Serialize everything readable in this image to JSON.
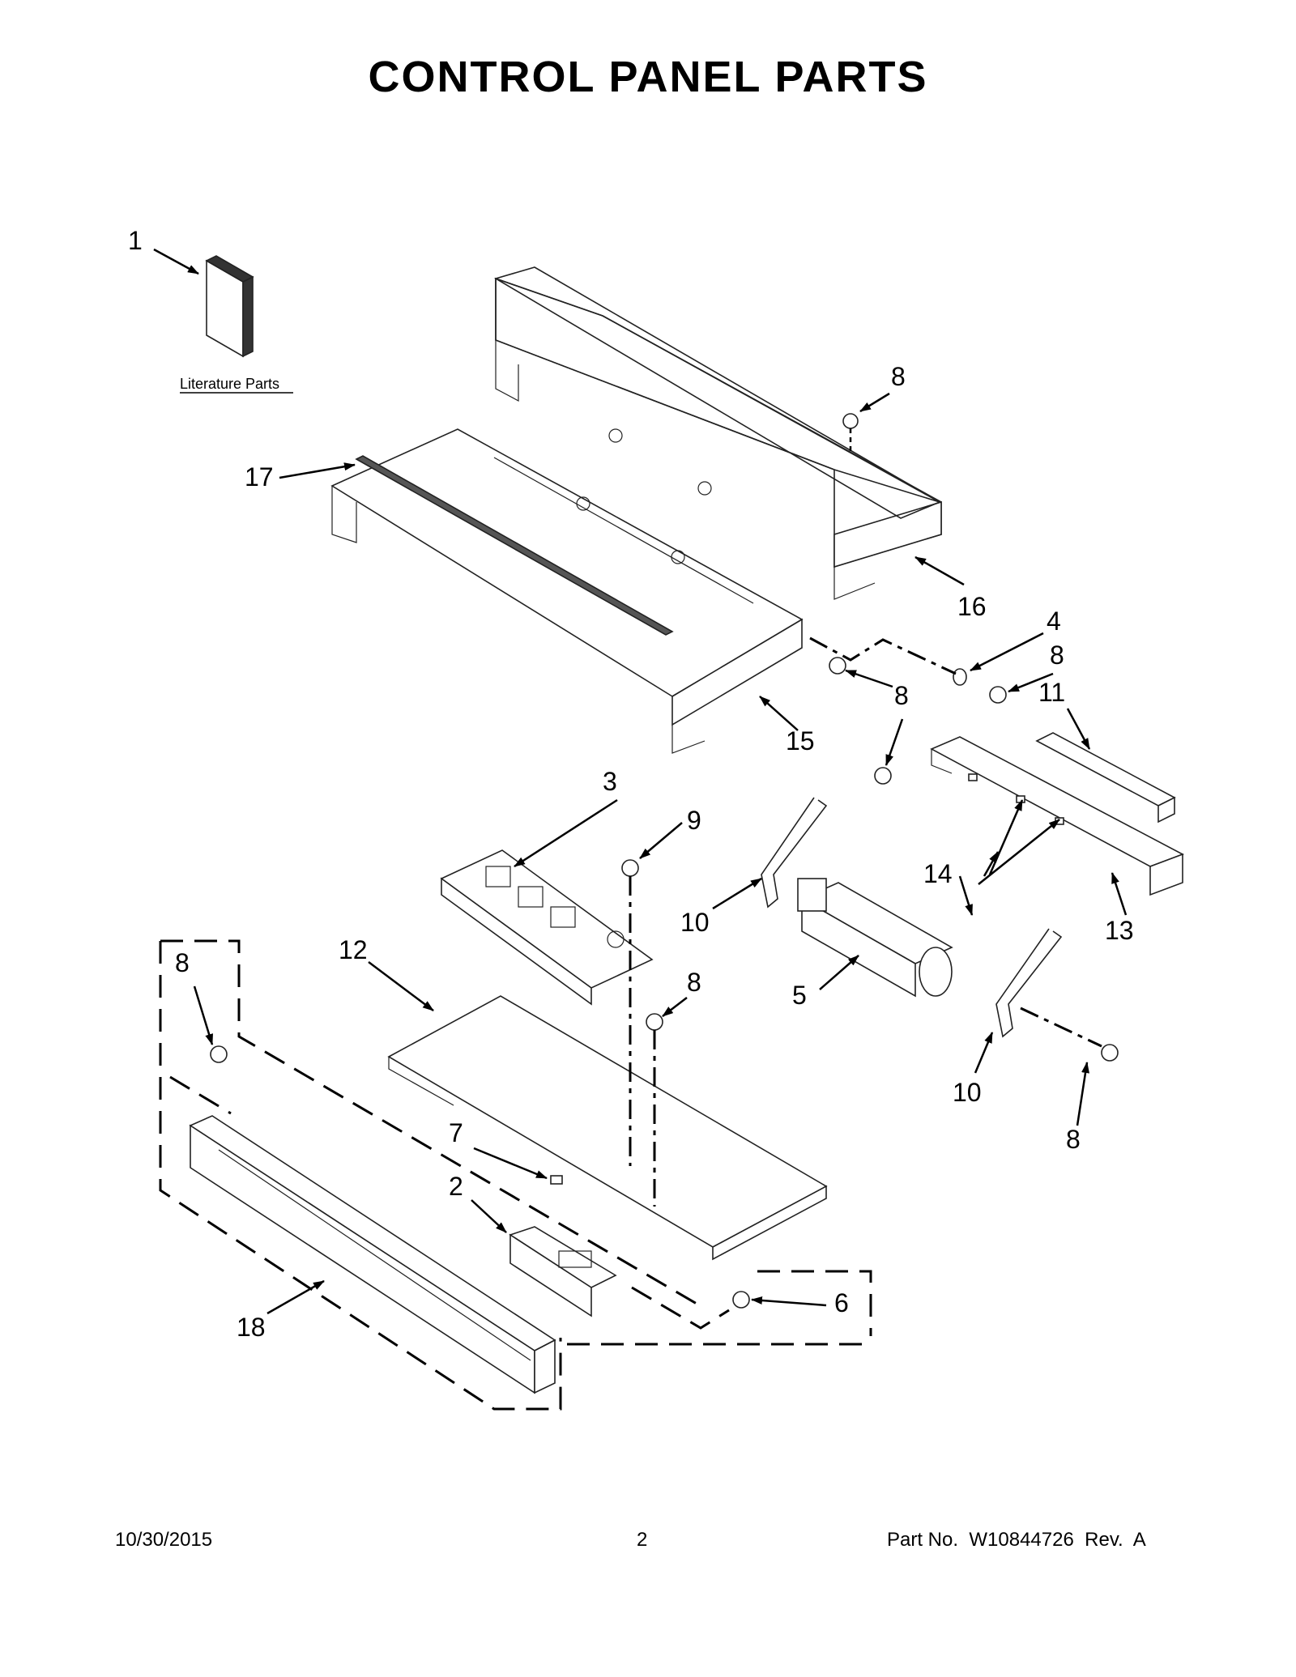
{
  "page": {
    "title": "CONTROL PANEL PARTS",
    "literature_label": "Literature Parts"
  },
  "callouts": [
    {
      "id": "c1",
      "text": "1"
    },
    {
      "id": "c8a",
      "text": "8"
    },
    {
      "id": "c17",
      "text": "17"
    },
    {
      "id": "c16",
      "text": "16"
    },
    {
      "id": "c4",
      "text": "4"
    },
    {
      "id": "c8b",
      "text": "8"
    },
    {
      "id": "c11",
      "text": "11"
    },
    {
      "id": "c8c",
      "text": "8"
    },
    {
      "id": "c15",
      "text": "15"
    },
    {
      "id": "c3",
      "text": "3"
    },
    {
      "id": "c9",
      "text": "9"
    },
    {
      "id": "c14",
      "text": "14"
    },
    {
      "id": "c13",
      "text": "13"
    },
    {
      "id": "c10a",
      "text": "10"
    },
    {
      "id": "c8d",
      "text": "8"
    },
    {
      "id": "c12",
      "text": "12"
    },
    {
      "id": "c8e",
      "text": "8"
    },
    {
      "id": "c5",
      "text": "5"
    },
    {
      "id": "c10b",
      "text": "10"
    },
    {
      "id": "c8f",
      "text": "8"
    },
    {
      "id": "c7",
      "text": "7"
    },
    {
      "id": "c2",
      "text": "2"
    },
    {
      "id": "c6",
      "text": "6"
    },
    {
      "id": "c18",
      "text": "18"
    }
  ],
  "footer": {
    "date": "10/30/2015",
    "page_number": "2",
    "part_number": "Part No.  W10844726  Rev.  A"
  }
}
